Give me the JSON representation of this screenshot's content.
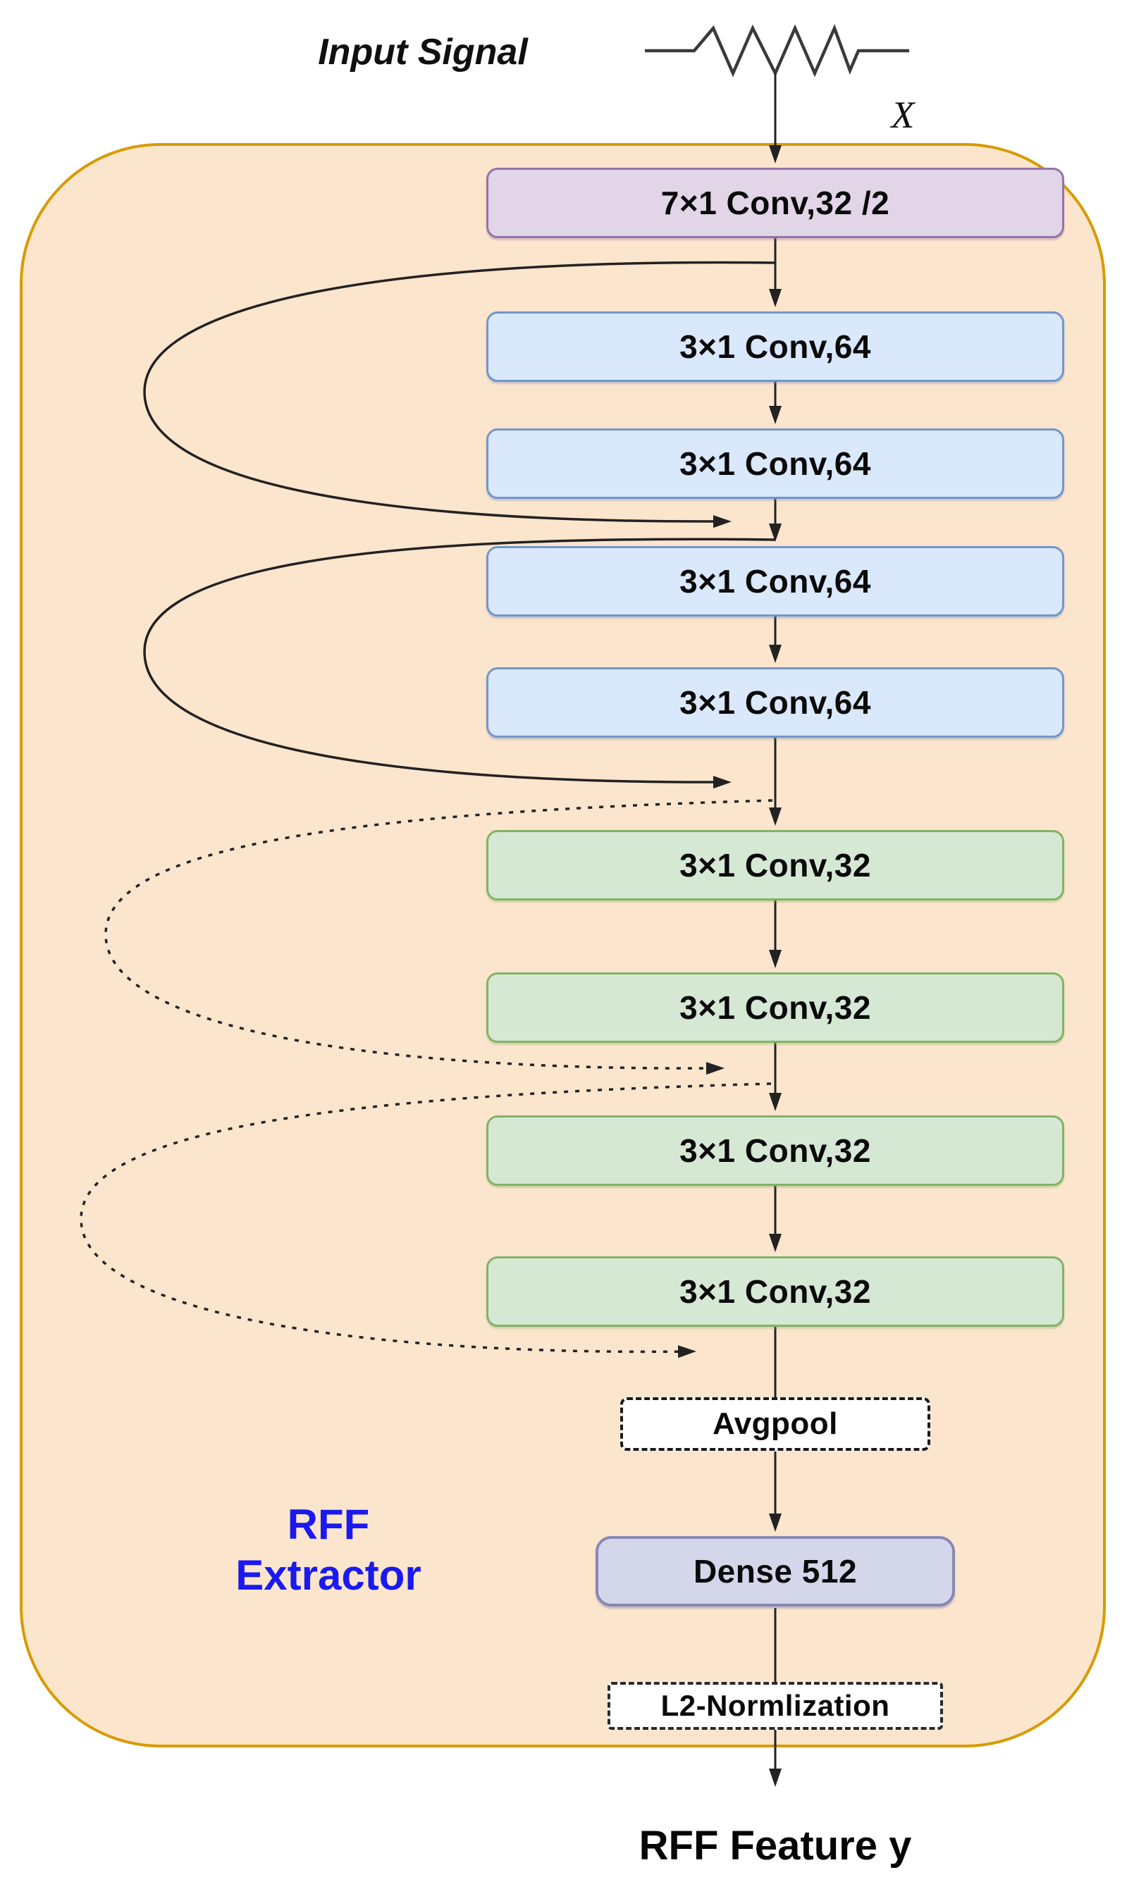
{
  "annotations": {
    "input_label": "Input Signal",
    "input_symbol": "resistor-zigzag-icon",
    "input_var": "X",
    "extractor_line1": "RFF",
    "extractor_line2": "Extractor",
    "output_label": "RFF Feature y"
  },
  "layers": [
    {
      "label": "7×1 Conv,32 /2",
      "kind": "conv-stem-purple"
    },
    {
      "label": "3×1 Conv,64",
      "kind": "conv-blue"
    },
    {
      "label": "3×1 Conv,64",
      "kind": "conv-blue"
    },
    {
      "label": "3×1 Conv,64",
      "kind": "conv-blue"
    },
    {
      "label": "3×1 Conv,64",
      "kind": "conv-blue"
    },
    {
      "label": "3×1 Conv,32",
      "kind": "conv-green"
    },
    {
      "label": "3×1 Conv,32",
      "kind": "conv-green"
    },
    {
      "label": "3×1 Conv,32",
      "kind": "conv-green"
    },
    {
      "label": "3×1 Conv,32",
      "kind": "conv-green"
    },
    {
      "label": "Avgpool",
      "kind": "pool-dashed"
    },
    {
      "label": "Dense 512",
      "kind": "dense"
    },
    {
      "label": "L2-Normlization",
      "kind": "norm-dashed"
    }
  ],
  "skip_connections": [
    {
      "from": "after-7x1-conv",
      "to": "before-conv64-3",
      "style": "solid"
    },
    {
      "from": "before-conv64-3",
      "to": "before-conv32-1",
      "style": "solid"
    },
    {
      "from": "before-conv32-1",
      "to": "before-conv32-3",
      "style": "dashed"
    },
    {
      "from": "before-conv32-3",
      "to": "before-avgpool",
      "style": "dashed"
    }
  ],
  "colors": {
    "container_fill": "#FCE5CD",
    "container_border": "#D79B00",
    "stem_fill": "#E1D5E7",
    "stem_border": "#9673A6",
    "conv64_fill": "#DAE8FC",
    "conv64_border": "#6C8EBF",
    "conv32_fill": "#D5E8D4",
    "conv32_border": "#82B366",
    "dense_fill": "#D4D6EA",
    "dense_border": "#8888B4",
    "extractor_label_color": "#1A1AF0",
    "arrow_color": "#222222"
  }
}
